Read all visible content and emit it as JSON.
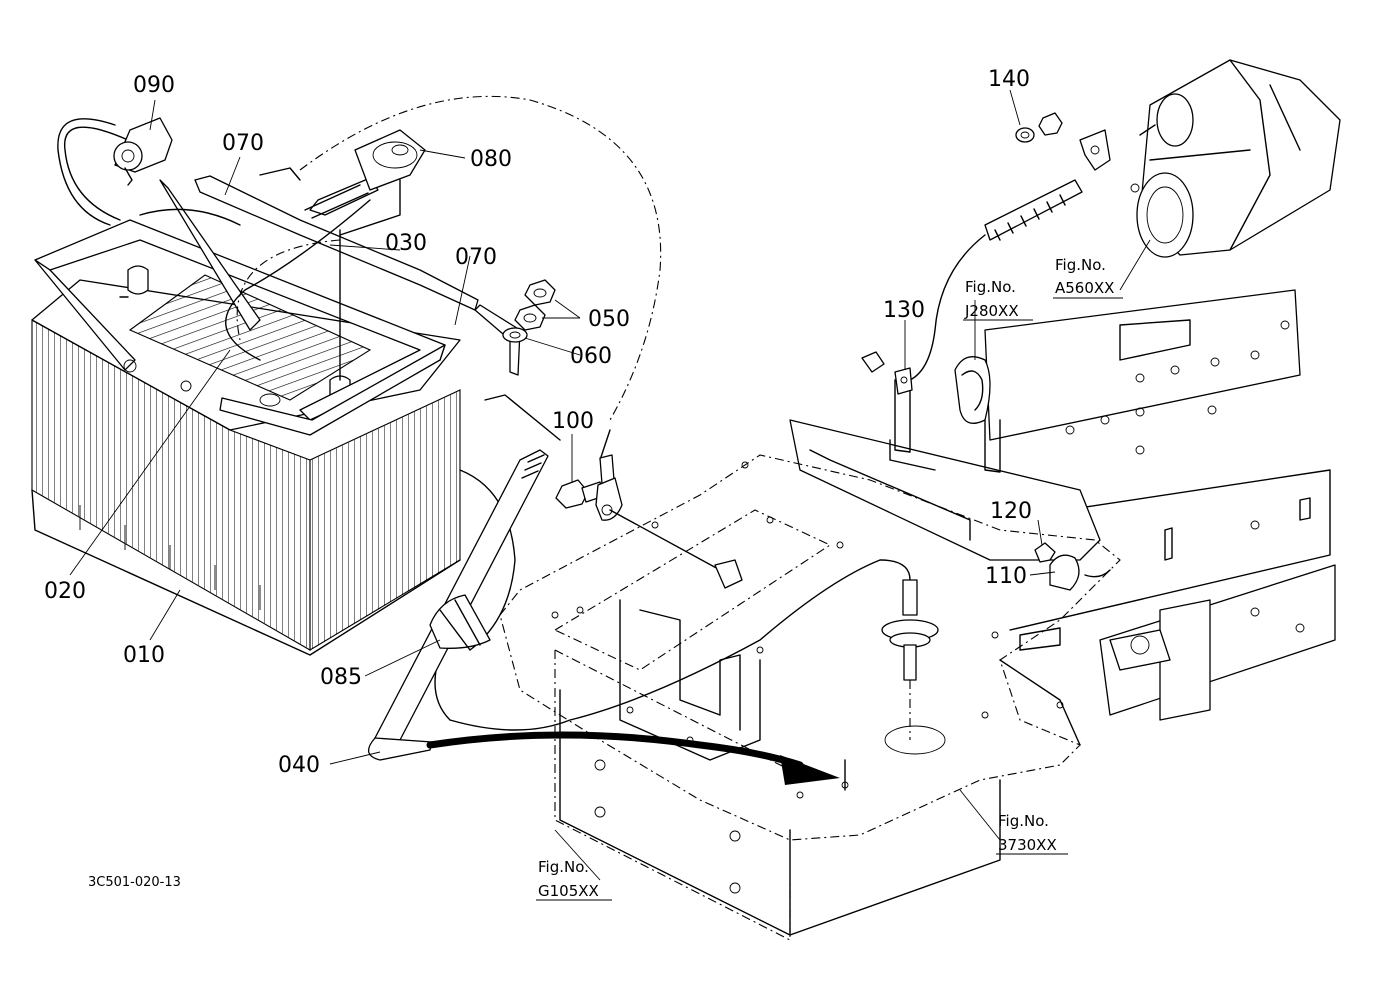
{
  "diagram": {
    "drawing_code": "3C501-020-13",
    "part_labels": {
      "p090": "090",
      "p070a": "070",
      "p080": "080",
      "p030": "030",
      "p070b": "070",
      "p050": "050",
      "p060": "060",
      "p100": "100",
      "p140": "140",
      "p130": "130",
      "p120": "120",
      "p110": "110",
      "p020": "020",
      "p010": "010",
      "p085": "085",
      "p040": "040"
    },
    "figure_refs": {
      "j280": {
        "prefix": "Fig.No.",
        "code": "J280XX"
      },
      "a560": {
        "prefix": "Fig.No.",
        "code": "A560XX"
      },
      "f3730": {
        "prefix": "Fig.No.",
        "code": "3730XX"
      },
      "g105": {
        "prefix": "Fig.No.",
        "code": "G105XX"
      }
    },
    "colors": {
      "line": "#000000",
      "background": "#ffffff"
    }
  }
}
